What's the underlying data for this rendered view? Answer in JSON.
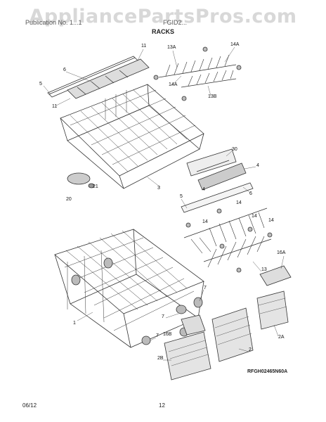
{
  "watermark": "AppliancePartsPros.com",
  "header": {
    "left": "Publication No. 1...1",
    "right": "FGID2...",
    "section": "RACKS"
  },
  "callouts": {
    "c11a": "11",
    "c6a": "6",
    "c5a": "5",
    "c11b": "11",
    "c13A": "13A",
    "c14Aa": "14A",
    "c14Ab": "14A",
    "c13B": "13B",
    "c30": "30",
    "c4a": "4",
    "c4b": "4",
    "c3": "3",
    "c21": "21",
    "c20": "20",
    "c5b": "5",
    "c6b": "6",
    "c14a": "14",
    "c14b": "14",
    "c14c": "14",
    "c14d": "14",
    "c16A": "16A",
    "c13": "13",
    "c1": "1",
    "c7a": "7",
    "c7b": "7",
    "c7c": "7",
    "c16B": "16B",
    "c2B": "2B",
    "c2": "2",
    "c2A": "2A"
  },
  "diagram_code": "RFGH02465N60A",
  "footer": {
    "date": "06/12",
    "page": "12"
  }
}
